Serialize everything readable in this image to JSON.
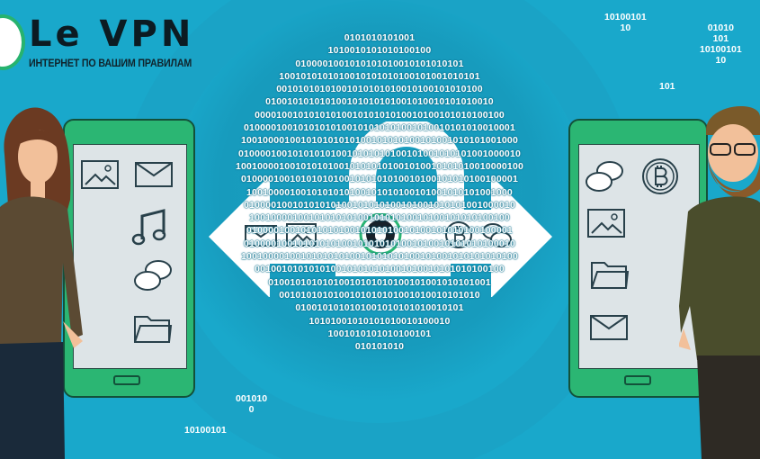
{
  "logo": {
    "title": "Le VPN",
    "subtitle": "ИНТЕРНЕТ ПО ВАШИМ ПРАВИЛАМ"
  },
  "binary_snippets": {
    "top_right_a": "10100101\n10",
    "top_right_b": "01010\n101\n10100101\n10",
    "right_mid": "101",
    "bottom_left_a": "001010\n0",
    "bottom_left_b": "10100101"
  },
  "sphere_lines": [
    "0101010101001",
    "1010010101010100100",
    "0100001001010101010010101010101",
    "1001010101010010101010100101001010101",
    "00101010101001010101010010100101010100",
    "010010101010100101010101001010010101010010",
    "0000100101010101001010101010010100101010100100",
    "01000010010101010100101010101001010010101010010001",
    "100100001001010101010100101010100101001010101001000",
    "0100001001010101010010101010100101001010101001000010",
    "10010000100101010100101010101001010010101010010000100",
    "010000100101010101001010101010010100101010100100001",
    "1001000010010101010100101010100101001010101001000",
    "01000010010101010100101010100101001010101001000010",
    "100100001001010101010010101010010100101010100100",
    "0100001001010101010010101010010100101010100100001",
    "01000010010101010100101010101001010010101010100010",
    "100100001001010101010010101010100101001010101010100",
    "0010010101010100101010101001010010101010100100",
    "01001010101010010101010100101001010101001",
    "0010101010100101010101001010010101010",
    "0100101010101001010101010010101",
    "10101001010101010010100010",
    "1001010101010100101",
    "010101010"
  ],
  "colors": {
    "background": "#19a8cb",
    "phone_green": "#2bb673",
    "screen": "#dde4e7",
    "white": "#ffffff"
  }
}
